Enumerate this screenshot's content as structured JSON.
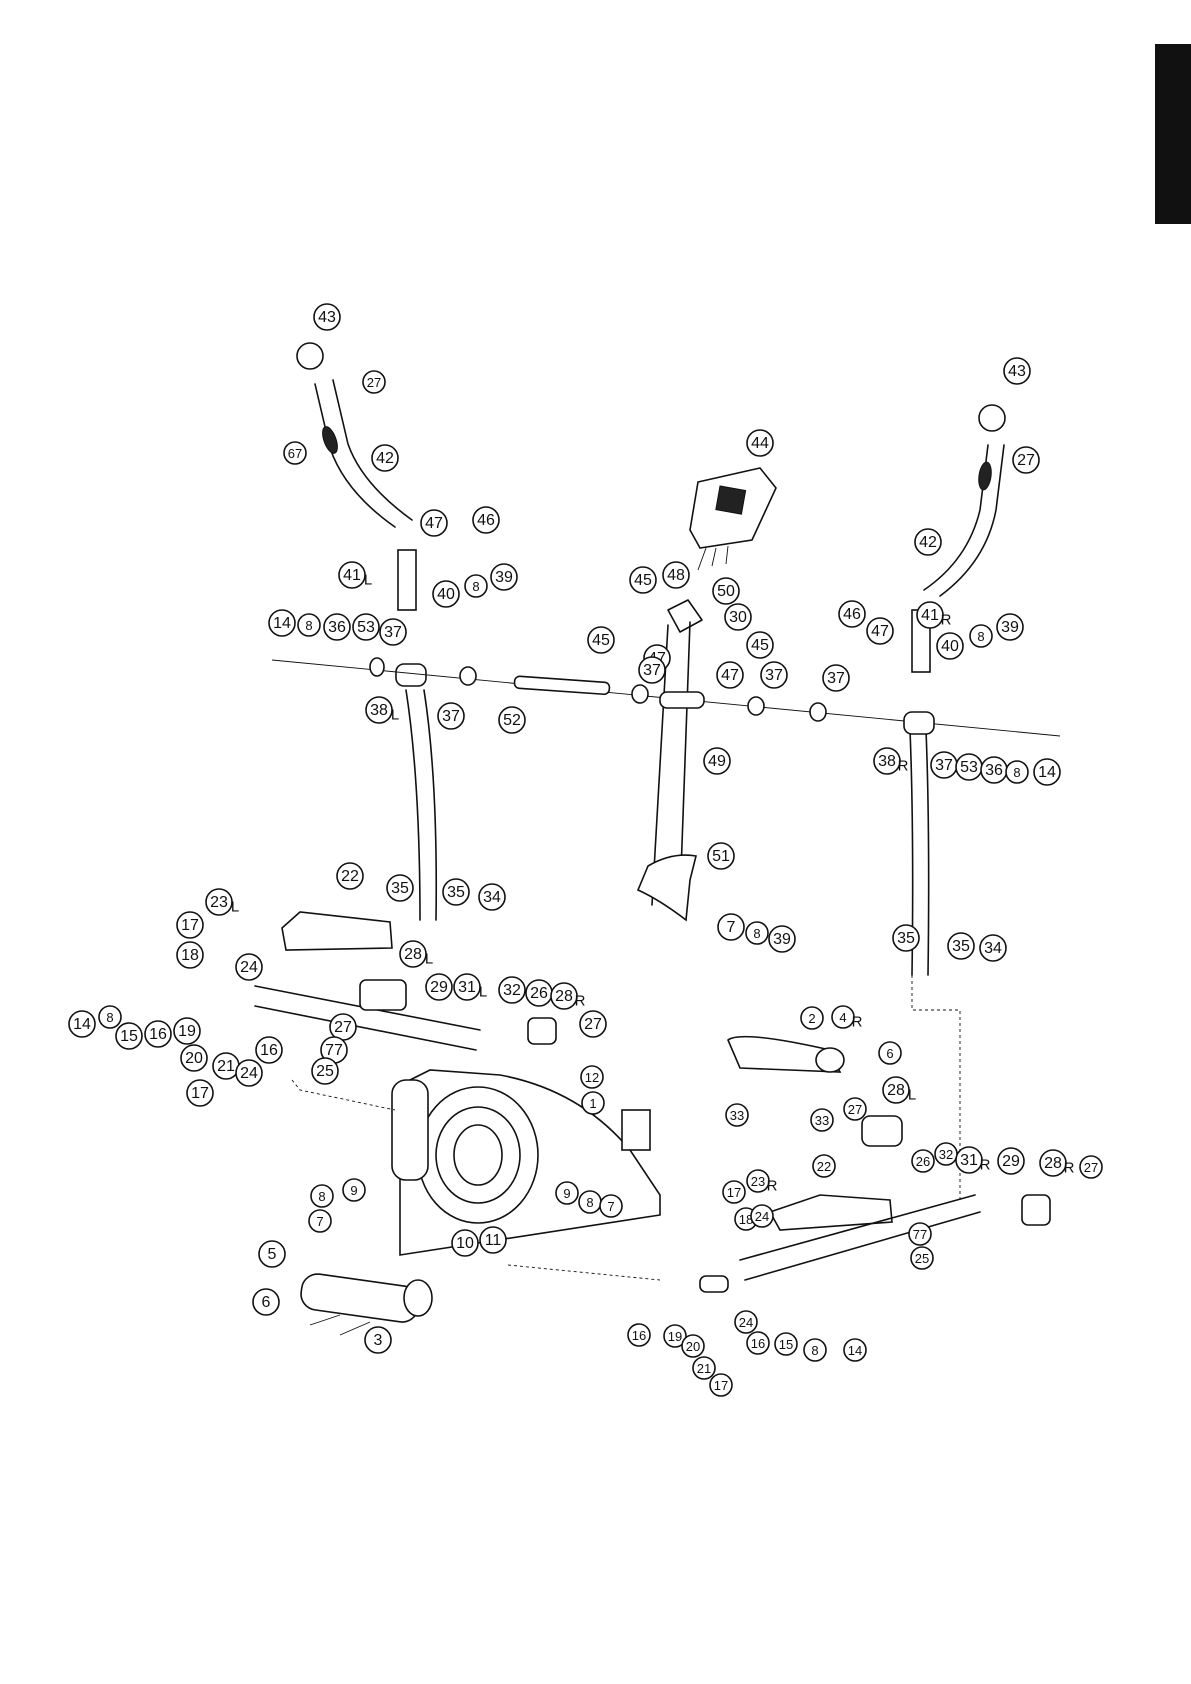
{
  "page": {
    "tab_color": "#111111",
    "ink_color": "#111111"
  },
  "callouts": [
    {
      "label": "43"
    },
    {
      "label": "27"
    },
    {
      "label": "67"
    },
    {
      "label": "42"
    },
    {
      "label": "47"
    },
    {
      "label": "46"
    },
    {
      "label": "41",
      "side": "L"
    },
    {
      "label": "40"
    },
    {
      "label": "8"
    },
    {
      "label": "39"
    },
    {
      "label": "14"
    },
    {
      "label": "8"
    },
    {
      "label": "36"
    },
    {
      "label": "53"
    },
    {
      "label": "37"
    },
    {
      "label": "38",
      "side": "L"
    },
    {
      "label": "37"
    },
    {
      "label": "52"
    },
    {
      "label": "44"
    },
    {
      "label": "45"
    },
    {
      "label": "48"
    },
    {
      "label": "50"
    },
    {
      "label": "30"
    },
    {
      "label": "45"
    },
    {
      "label": "47"
    },
    {
      "label": "37"
    },
    {
      "label": "45"
    },
    {
      "label": "47"
    },
    {
      "label": "37"
    },
    {
      "label": "37"
    },
    {
      "label": "49"
    },
    {
      "label": "51"
    },
    {
      "label": "43"
    },
    {
      "label": "27"
    },
    {
      "label": "42"
    },
    {
      "label": "46"
    },
    {
      "label": "47"
    },
    {
      "label": "41",
      "side": "R"
    },
    {
      "label": "40"
    },
    {
      "label": "8"
    },
    {
      "label": "39"
    },
    {
      "label": "38",
      "side": "R"
    },
    {
      "label": "37"
    },
    {
      "label": "53"
    },
    {
      "label": "36"
    },
    {
      "label": "8"
    },
    {
      "label": "14"
    },
    {
      "label": "22"
    },
    {
      "label": "23",
      "side": "L"
    },
    {
      "label": "35"
    },
    {
      "label": "35"
    },
    {
      "label": "34"
    },
    {
      "label": "17"
    },
    {
      "label": "18"
    },
    {
      "label": "24"
    },
    {
      "label": "28",
      "side": "L"
    },
    {
      "label": "14"
    },
    {
      "label": "8"
    },
    {
      "label": "15"
    },
    {
      "label": "16"
    },
    {
      "label": "19"
    },
    {
      "label": "20"
    },
    {
      "label": "21"
    },
    {
      "label": "24"
    },
    {
      "label": "17"
    },
    {
      "label": "16"
    },
    {
      "label": "27"
    },
    {
      "label": "77"
    },
    {
      "label": "25"
    },
    {
      "label": "29"
    },
    {
      "label": "31",
      "side": "L"
    },
    {
      "label": "32"
    },
    {
      "label": "26"
    },
    {
      "label": "28",
      "side": "R"
    },
    {
      "label": "27"
    },
    {
      "label": "7"
    },
    {
      "label": "8"
    },
    {
      "label": "39"
    },
    {
      "label": "35"
    },
    {
      "label": "35"
    },
    {
      "label": "34"
    },
    {
      "label": "2"
    },
    {
      "label": "4",
      "side": "R"
    },
    {
      "label": "6"
    },
    {
      "label": "12"
    },
    {
      "label": "1"
    },
    {
      "label": "33"
    },
    {
      "label": "33"
    },
    {
      "label": "27"
    },
    {
      "label": "28",
      "side": "L"
    },
    {
      "label": "8"
    },
    {
      "label": "9"
    },
    {
      "label": "7"
    },
    {
      "label": "9"
    },
    {
      "label": "8"
    },
    {
      "label": "7"
    },
    {
      "label": "10"
    },
    {
      "label": "11"
    },
    {
      "label": "5"
    },
    {
      "label": "6"
    },
    {
      "label": "3"
    },
    {
      "label": "17"
    },
    {
      "label": "23",
      "side": "R"
    },
    {
      "label": "22"
    },
    {
      "label": "18"
    },
    {
      "label": "24"
    },
    {
      "label": "26"
    },
    {
      "label": "32"
    },
    {
      "label": "31",
      "side": "R"
    },
    {
      "label": "29"
    },
    {
      "label": "28",
      "side": "R"
    },
    {
      "label": "27"
    },
    {
      "label": "77"
    },
    {
      "label": "25"
    },
    {
      "label": "16"
    },
    {
      "label": "19"
    },
    {
      "label": "20"
    },
    {
      "label": "24"
    },
    {
      "label": "16"
    },
    {
      "label": "15"
    },
    {
      "label": "8"
    },
    {
      "label": "14"
    },
    {
      "label": "21"
    },
    {
      "label": "17"
    }
  ]
}
